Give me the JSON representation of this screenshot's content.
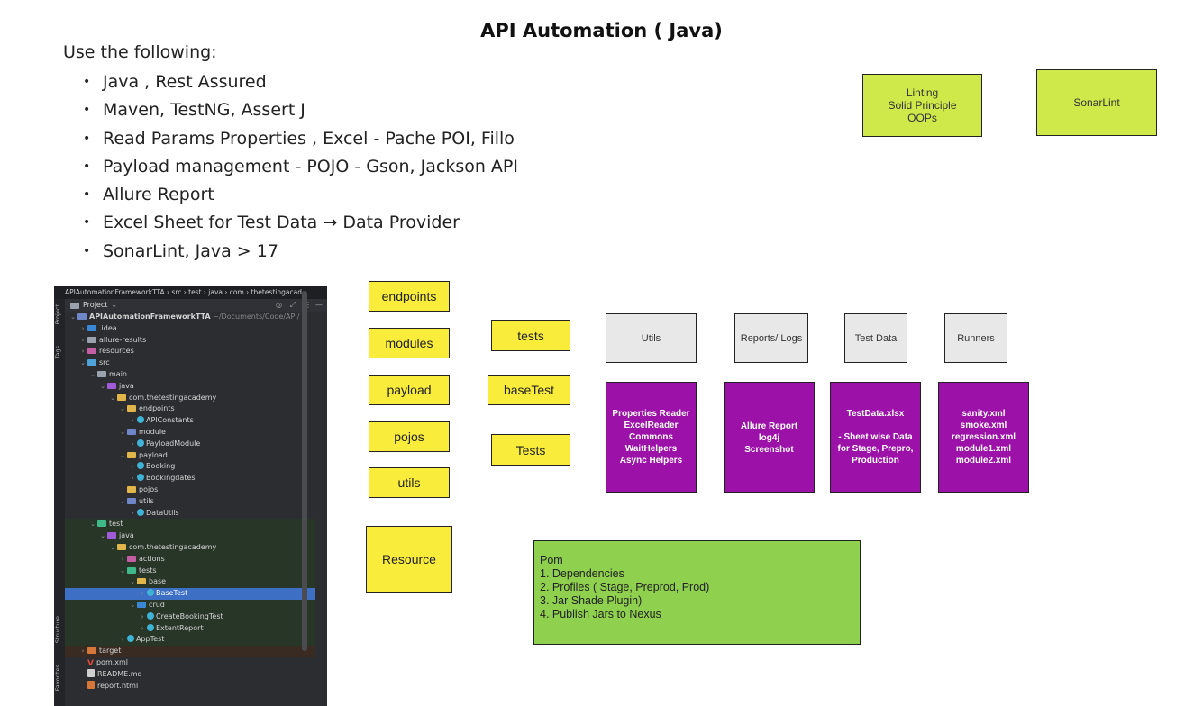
{
  "title": "API Automation ( Java)",
  "intro": "Use the following:",
  "bullets": [
    "Java , Rest Assured",
    "Maven, TestNG,  Assert J",
    "Read Params Properties , Excel - Pache POI, Fillo",
    "Payload management - POJO - Gson, Jackson API",
    "Allure Report",
    "Excel Sheet for Test Data → Data Provider",
    "SonarLint, Java > 17"
  ],
  "lime_boxes": {
    "linting": [
      "Linting",
      "Solid Principle",
      "OOPs"
    ],
    "sonarlint": "SonarLint"
  },
  "yellow_boxes": {
    "endpoints": "endpoints",
    "modules": "modules",
    "payload": "payload",
    "pojos": "pojos",
    "utils": "utils",
    "resource": "Resource",
    "tests": "tests",
    "basetest": "baseTest",
    "tests2": "Tests"
  },
  "gray_boxes": {
    "utils": "Utils",
    "reports": "Reports/ Logs",
    "testdata": "Test Data",
    "runners": "Runners"
  },
  "purple_boxes": {
    "utils": [
      "Properties Reader",
      "ExcelReader",
      "Commons",
      "WaitHelpers",
      "Async Helpers"
    ],
    "reports": [
      "Allure Report",
      "log4j",
      "Screenshot"
    ],
    "testdata": [
      "TestData.xlsx",
      "",
      "- Sheet wise Data",
      "for Stage, Prepro,",
      "Production"
    ],
    "runners": [
      "sanity.xml",
      "smoke.xml",
      "regression.xml",
      "module1.xml",
      "module2.xml"
    ]
  },
  "pom_box": [
    "Pom",
    "1. Dependencies",
    "2. Profiles ( Stage, Preprod, Prod)",
    "3. Jar Shade Plugin)",
    "4. Publish Jars to Nexus"
  ],
  "ide": {
    "breadcrumb": "APIAutomationFrameworkTTA › src › test › java › com › thetestingacad",
    "panel_title": "Project",
    "side_labels": {
      "project": "Project",
      "tags": "Tags",
      "structure": "Structure",
      "favorites": "Favorites"
    },
    "tree": [
      {
        "label": "APIAutomationFrameworkTTA",
        "suffix": "  ~/Documents/Code/API/",
        "level": 0,
        "chevron": "down",
        "icon": "mod",
        "bold": true
      },
      {
        "label": ".idea",
        "level": 1,
        "chevron": "right",
        "icon": "idea"
      },
      {
        "label": "allure-results",
        "level": 1,
        "chevron": "right",
        "icon": "folder"
      },
      {
        "label": "resources",
        "level": 1,
        "chevron": "right",
        "icon": "res"
      },
      {
        "label": "src",
        "level": 1,
        "chevron": "down",
        "icon": "src"
      },
      {
        "label": "main",
        "level": 2,
        "chevron": "down",
        "icon": "folder"
      },
      {
        "label": "java",
        "level": 3,
        "chevron": "down",
        "icon": "java"
      },
      {
        "label": "com.thetestingacademy",
        "level": 4,
        "chevron": "down",
        "icon": "pkg"
      },
      {
        "label": "endpoints",
        "level": 5,
        "chevron": "down",
        "icon": "pkg"
      },
      {
        "label": "APIConstants",
        "level": 6,
        "chevron": "right",
        "icon": "cls"
      },
      {
        "label": "module",
        "level": 5,
        "chevron": "down",
        "icon": "mod"
      },
      {
        "label": "PayloadModule",
        "level": 6,
        "chevron": "right",
        "icon": "cls"
      },
      {
        "label": "payload",
        "level": 5,
        "chevron": "down",
        "icon": "pkg"
      },
      {
        "label": "Booking",
        "level": 6,
        "chevron": "right",
        "icon": "cls"
      },
      {
        "label": "Bookingdates",
        "level": 6,
        "chevron": "right",
        "icon": "cls"
      },
      {
        "label": "pojos",
        "level": 5,
        "chevron": "none",
        "icon": "pkg"
      },
      {
        "label": "utils",
        "level": 5,
        "chevron": "down",
        "icon": "mod"
      },
      {
        "label": "DataUtils",
        "level": 6,
        "chevron": "right",
        "icon": "cls"
      },
      {
        "label": "test",
        "level": 2,
        "chevron": "down",
        "icon": "tst",
        "bg": "test"
      },
      {
        "label": "java",
        "level": 3,
        "chevron": "down",
        "icon": "java",
        "bg": "test"
      },
      {
        "label": "com.thetestingacademy",
        "level": 4,
        "chevron": "down",
        "icon": "pkg",
        "bg": "test"
      },
      {
        "label": "actions",
        "level": 5,
        "chevron": "right",
        "icon": "res",
        "bg": "test"
      },
      {
        "label": "tests",
        "level": 5,
        "chevron": "down",
        "icon": "tst",
        "bg": "test"
      },
      {
        "label": "base",
        "level": 6,
        "chevron": "down",
        "icon": "pkg",
        "bg": "test"
      },
      {
        "label": "BaseTest",
        "level": 7,
        "chevron": "right",
        "icon": "cls",
        "bg": "sel"
      },
      {
        "label": "crud",
        "level": 6,
        "chevron": "down",
        "icon": "idea",
        "bg": "test"
      },
      {
        "label": "CreateBookingTest",
        "level": 7,
        "chevron": "right",
        "icon": "cls",
        "bg": "test"
      },
      {
        "label": "ExtentReport",
        "level": 7,
        "chevron": "right",
        "icon": "cls",
        "bg": "test"
      },
      {
        "label": "AppTest",
        "level": 5,
        "chevron": "right",
        "icon": "cls",
        "bg": "test"
      },
      {
        "label": "target",
        "level": 1,
        "chevron": "right",
        "icon": "tgt",
        "bg": "target"
      },
      {
        "label": "pom.xml",
        "level": 1,
        "chevron": "none",
        "icon": "xml"
      },
      {
        "label": "README.md",
        "level": 1,
        "chevron": "none",
        "icon": "md"
      },
      {
        "label": "report.html",
        "level": 1,
        "chevron": "none",
        "icon": "html"
      }
    ]
  }
}
